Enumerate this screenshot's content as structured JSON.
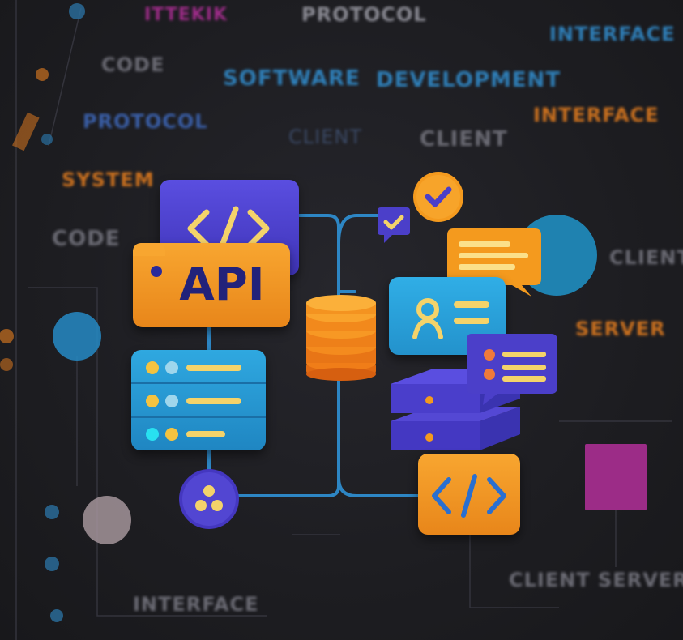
{
  "background_words": [
    {
      "text": "PROTOCOL",
      "color": "#8a8a93"
    },
    {
      "text": "INTERFACE",
      "color": "#2f7fb8"
    },
    {
      "text": "CODE",
      "color": "#6b6b74"
    },
    {
      "text": "SOFTWARE",
      "color": "#2f7fb8"
    },
    {
      "text": "DEVELOPMENT",
      "color": "#2f7fb8"
    },
    {
      "text": "PROTOCOL",
      "color": "#3a5fa8"
    },
    {
      "text": "CLIENT",
      "color": "#3b4a66"
    },
    {
      "text": "CLIENT",
      "color": "#6b6b74"
    },
    {
      "text": "INTERFACE",
      "color": "#c9701f"
    },
    {
      "text": "SYSTEM",
      "color": "#c9701f"
    },
    {
      "text": "CODE",
      "color": "#6b6b74"
    },
    {
      "text": "CLIENT",
      "color": "#6b6b74"
    },
    {
      "text": "SERVER",
      "color": "#c9701f"
    },
    {
      "text": "CLIENT SERVER",
      "color": "#6b6b74"
    },
    {
      "text": "INTERFACE",
      "color": "#6b6b74"
    }
  ],
  "api_card": {
    "label": "API"
  },
  "colors": {
    "purple": "#4b3fc9",
    "orange": "#f49a1e",
    "blue": "#2ea0d6",
    "connector": "#2d86c4",
    "magenta": "#9c2c87",
    "yellow": "#f4d36a"
  },
  "icons": [
    "code-brackets-icon",
    "database-icon",
    "user-profile-icon",
    "checkmark-icon",
    "chat-bubble-icon",
    "server-stack-icon",
    "hub-icon"
  ]
}
